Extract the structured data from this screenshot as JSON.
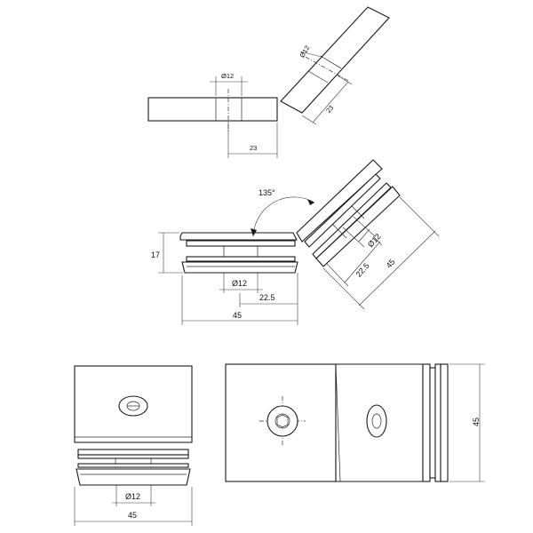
{
  "colors": {
    "line": "#1a1a1a",
    "background": "#ffffff",
    "fill_shade": "#e8e8e8"
  },
  "views": {
    "gasket_straight": {
      "hole_label": "Ø12",
      "length_label": "23"
    },
    "gasket_angled": {
      "hole_label": "Ø12",
      "length_label": "23"
    },
    "top_view": {
      "angle_label": "135°",
      "height_label": "17",
      "hole_label_left": "Ø12",
      "offset_label_left": "22.5",
      "width_label_left": "45",
      "hole_label_right": "Ø12",
      "offset_label_right": "22.5",
      "width_label_right": "45"
    },
    "side_view": {
      "hole_label": "Ø12",
      "width_label": "45"
    },
    "front_view": {
      "height_label": "45"
    }
  }
}
